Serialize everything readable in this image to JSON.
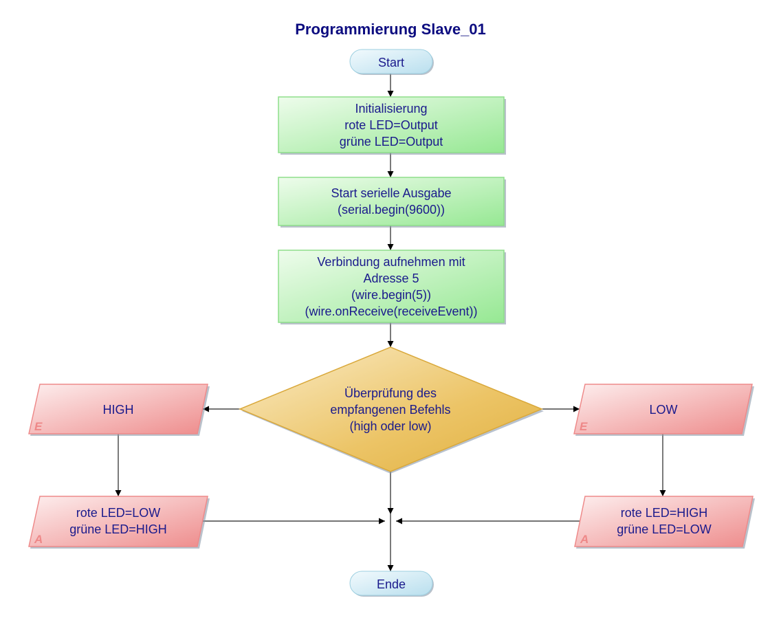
{
  "title": "Programmierung Slave_01",
  "colors": {
    "text": "#1a1a8c",
    "terminator_fill": "#cfe9f3",
    "process_fill": "#a8eea4",
    "decision_fill": "#e8bb50",
    "io_fill": "#f19696",
    "io_tag": "#ee8888"
  },
  "nodes": {
    "start": {
      "type": "terminator",
      "lines": [
        "Start"
      ]
    },
    "init": {
      "type": "process",
      "lines": [
        "Initialisierung",
        "rote LED=Output",
        "grüne LED=Output"
      ]
    },
    "serial": {
      "type": "process",
      "lines": [
        "Start serielle Ausgabe",
        "(serial.begin(9600))"
      ]
    },
    "wire": {
      "type": "process",
      "lines": [
        "Verbindung aufnehmen mit",
        "Adresse 5",
        "(wire.begin(5))",
        "(wire.onReceive(receiveEvent))"
      ]
    },
    "decision": {
      "type": "decision",
      "lines": [
        "Überprüfung des",
        "empfangenen Befehls",
        "(high oder low)"
      ]
    },
    "input_high": {
      "type": "input",
      "tag": "E",
      "lines": [
        "HIGH"
      ]
    },
    "input_low": {
      "type": "input",
      "tag": "E",
      "lines": [
        "LOW"
      ]
    },
    "output_high": {
      "type": "output",
      "tag": "A",
      "lines": [
        "rote LED=LOW",
        "grüne LED=HIGH"
      ]
    },
    "output_low": {
      "type": "output",
      "tag": "A",
      "lines": [
        "rote LED=HIGH",
        "grüne LED=LOW"
      ]
    },
    "end": {
      "type": "terminator",
      "lines": [
        "Ende"
      ]
    }
  },
  "edges": [
    {
      "from": "start",
      "to": "init"
    },
    {
      "from": "init",
      "to": "serial"
    },
    {
      "from": "serial",
      "to": "wire"
    },
    {
      "from": "wire",
      "to": "decision"
    },
    {
      "from": "decision",
      "to": "input_high"
    },
    {
      "from": "decision",
      "to": "input_low"
    },
    {
      "from": "input_high",
      "to": "output_high"
    },
    {
      "from": "input_low",
      "to": "output_low"
    },
    {
      "from": "output_high",
      "to": "end"
    },
    {
      "from": "output_low",
      "to": "end"
    },
    {
      "from": "decision",
      "to": "end"
    }
  ]
}
